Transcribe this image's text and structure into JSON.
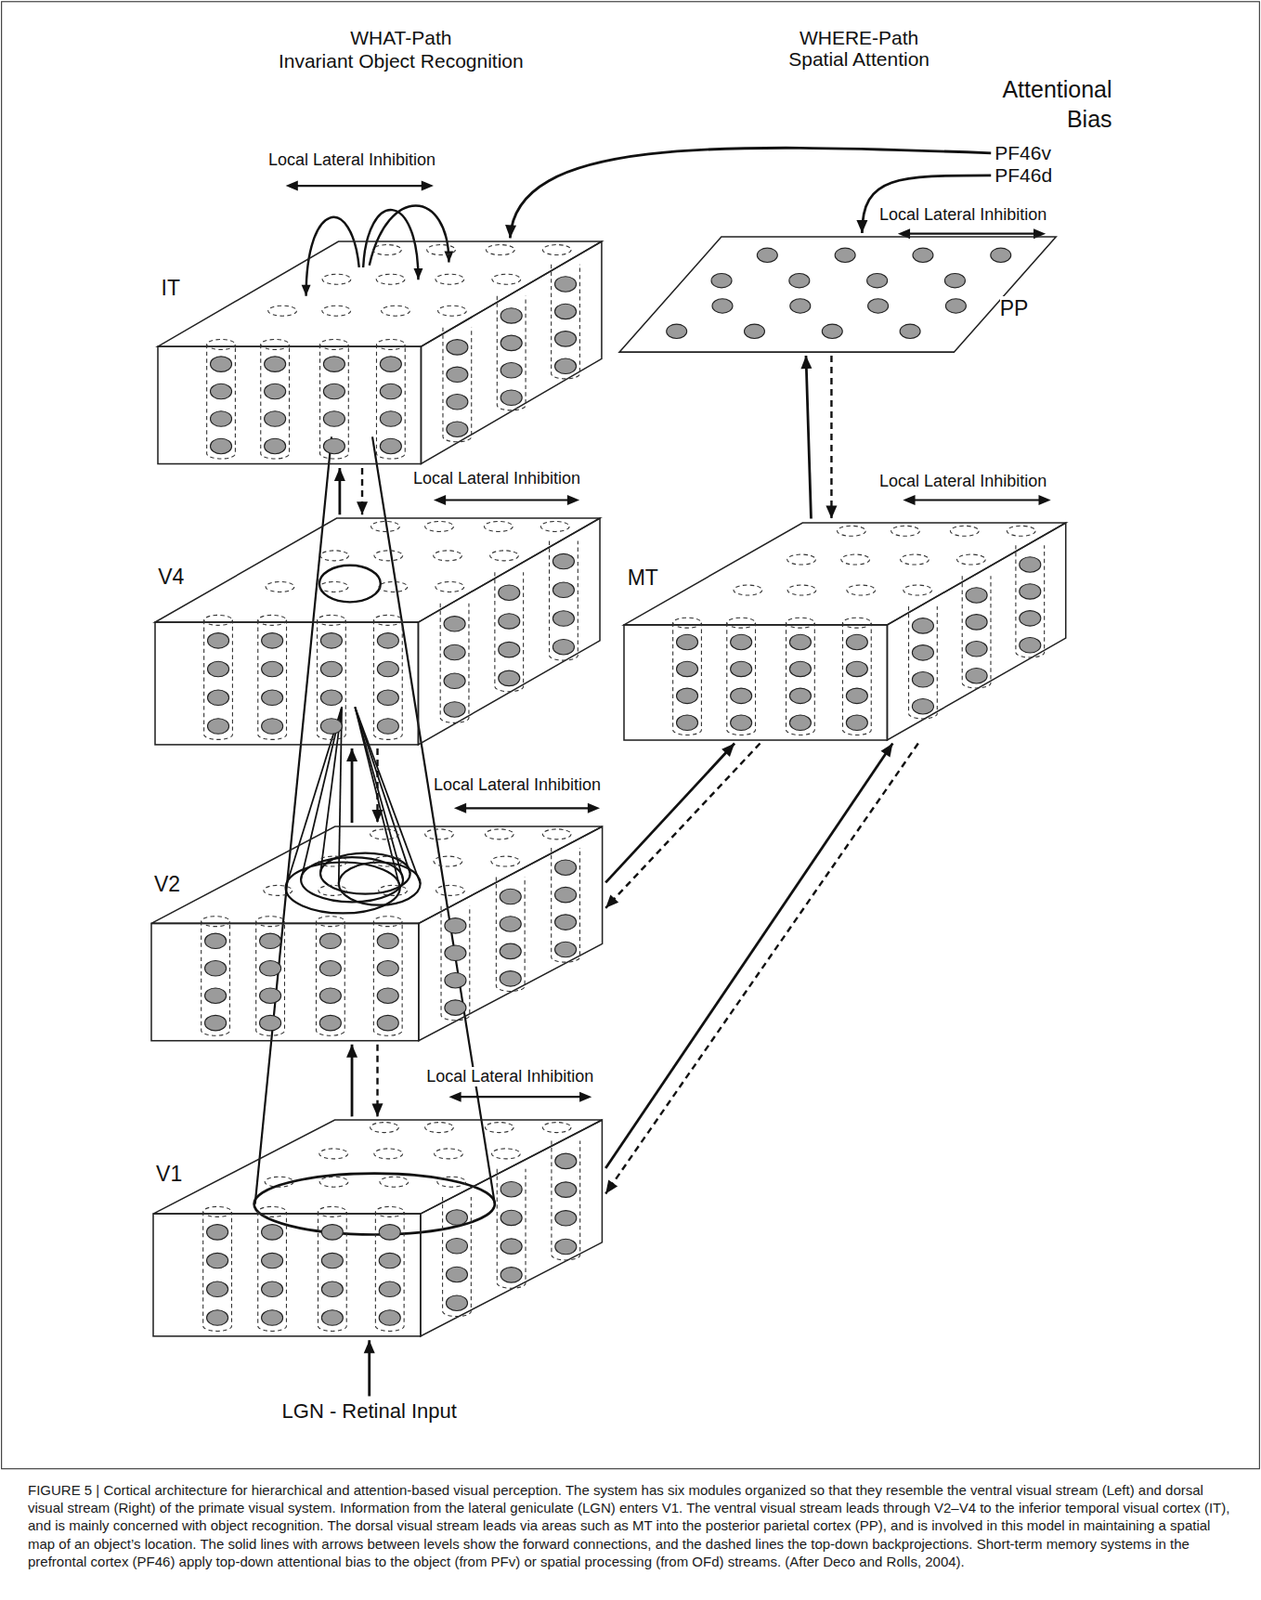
{
  "diagram": {
    "caption": "FIGURE 5 | Cortical architecture for hierarchical and attention-based visual perception. The system has six modules organized so that they resemble the ventral visual stream (Left) and dorsal visual stream (Right) of the primate visual system. Information from the lateral geniculate (LGN) enters V1. The ventral visual stream leads through V2–V4 to the inferior temporal visual cortex (IT), and is mainly concerned with object recognition. The dorsal visual stream leads via areas such as MT into the posterior parietal cortex (PP), and is involved in this model in maintaining a spatial map of an object’s location. The solid lines with arrows between levels show the forward connections, and the dashed lines the top-down backprojections. Short-term memory systems in the prefrontal cortex (PF46) apply top-down attentional bias to the object (from PFv) or spatial processing (from OFd) streams. (After Deco and Rolls, 2004).",
    "nodes": [
      {
        "text": [
          "PF46v"
        ]
      },
      {
        "text": [
          "PF46d"
        ]
      },
      {
        "text": [
          "IT"
        ]
      },
      {
        "text": [
          "PP"
        ]
      },
      {
        "text": [
          "V4"
        ]
      },
      {
        "text": [
          "MT"
        ]
      },
      {
        "text": [
          "V2"
        ]
      },
      {
        "text": [
          "V1"
        ]
      },
      {
        "text": [
          "LGN - Retinal Input"
        ]
      }
    ],
    "edges": [
      {
        "from": 8,
        "to": 7,
        "arrow": "to"
      },
      {
        "from": 7,
        "to": 6,
        "arrow": "to"
      },
      {
        "from": 6,
        "to": 7,
        "arrow": "to"
      },
      {
        "from": 6,
        "to": 4,
        "arrow": "to"
      },
      {
        "from": 4,
        "to": 6,
        "arrow": "to"
      },
      {
        "from": 4,
        "to": 2,
        "arrow": "to"
      },
      {
        "from": 2,
        "to": 4,
        "arrow": "to"
      },
      {
        "from": 7,
        "to": 5,
        "arrow": "to"
      },
      {
        "from": 5,
        "to": 7,
        "arrow": "to"
      },
      {
        "from": 6,
        "to": 5,
        "arrow": "to"
      },
      {
        "from": 5,
        "to": 6,
        "arrow": "to"
      },
      {
        "from": 5,
        "to": 3,
        "arrow": "to"
      },
      {
        "from": 3,
        "to": 5,
        "arrow": "to"
      },
      {
        "from": 0,
        "to": 2,
        "arrow": "to"
      },
      {
        "from": 1,
        "to": 3,
        "arrow": "to"
      }
    ],
    "labels": [
      "WHAT-Path",
      "Invariant Object Recognition",
      "WHERE-Path",
      "Spatial Attention",
      "Attentional Bias",
      "Local Lateral Inhibition",
      "Local Lateral Inhibition",
      "Local Lateral Inhibition",
      "Local Lateral Inhibition",
      "Local Lateral Inhibition",
      "Local Lateral Inhibition"
    ]
  }
}
